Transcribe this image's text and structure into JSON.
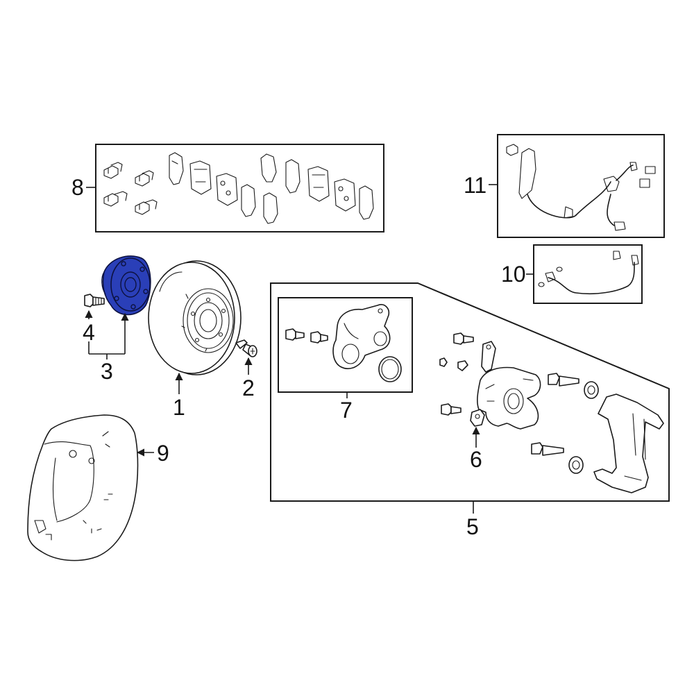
{
  "callouts": {
    "c1": "1",
    "c2": "2",
    "c3": "3",
    "c4": "4",
    "c5": "5",
    "c6": "6",
    "c7": "7",
    "c8": "8",
    "c9": "9",
    "c10": "10",
    "c11": "11"
  },
  "colors": {
    "highlight": "#2a3fb8",
    "line": "#1a1a1a",
    "background": "#ffffff"
  },
  "highlighted_part": "3"
}
